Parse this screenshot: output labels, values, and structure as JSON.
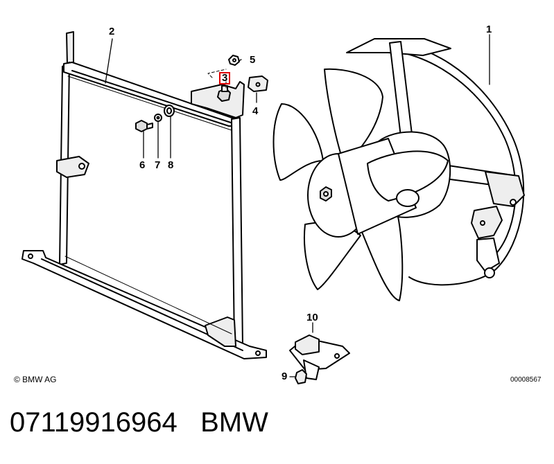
{
  "callouts": [
    {
      "id": "1",
      "label": "1"
    },
    {
      "id": "2",
      "label": "2"
    },
    {
      "id": "3",
      "label": "3",
      "highlight": true,
      "highlight_color": "#e00000"
    },
    {
      "id": "4",
      "label": "4"
    },
    {
      "id": "5",
      "label": "5"
    },
    {
      "id": "6",
      "label": "6"
    },
    {
      "id": "7",
      "label": "7"
    },
    {
      "id": "8",
      "label": "8"
    },
    {
      "id": "9",
      "label": "9"
    },
    {
      "id": "10",
      "label": "10"
    }
  ],
  "footer": {
    "copyright": "© BMW AG",
    "diagram_number": "00008567"
  },
  "caption": {
    "part_number": "07119916964",
    "brand": "BMW"
  },
  "colors": {
    "line": "#000000",
    "fill": "#ffffff",
    "shade": "#dddddd",
    "highlight": "#e00000"
  }
}
